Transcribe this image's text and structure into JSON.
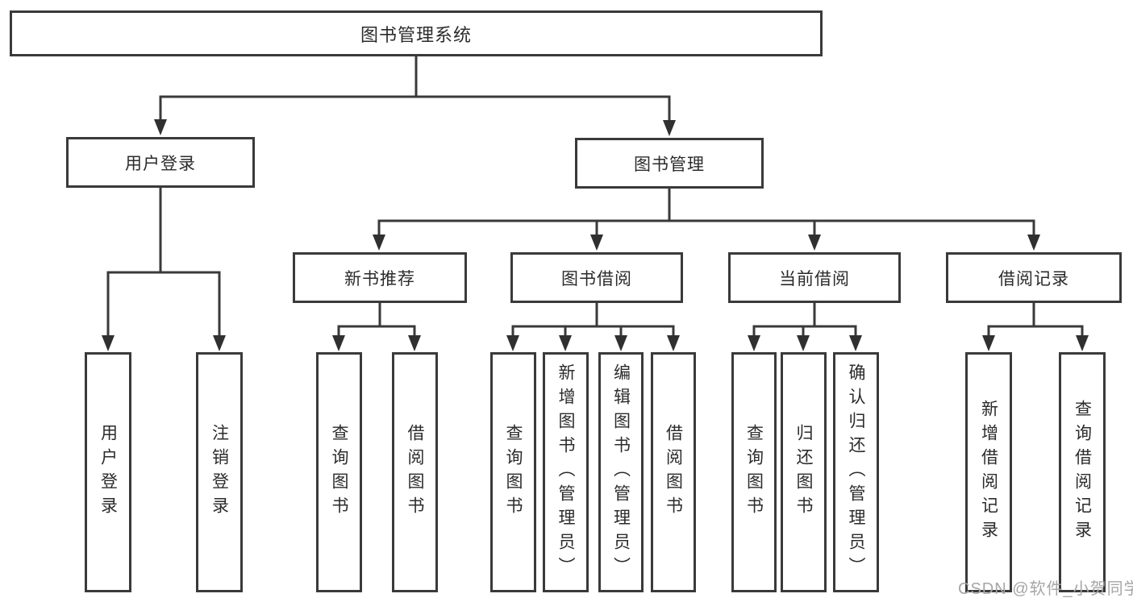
{
  "tree": {
    "root": {
      "label": "图书管理系统"
    },
    "branches": [
      {
        "label": "用户登录",
        "children": [
          {
            "label": "用户登录"
          },
          {
            "label": "注销登录"
          }
        ]
      },
      {
        "label": "图书管理",
        "children": [
          {
            "label": "新书推荐",
            "children": [
              {
                "label": "查询图书"
              },
              {
                "label": "借阅图书"
              }
            ]
          },
          {
            "label": "图书借阅",
            "children": [
              {
                "label": "查询图书"
              },
              {
                "label": "新增图书（管理员）"
              },
              {
                "label": "编辑图书（管理员）"
              },
              {
                "label": "借阅图书"
              }
            ]
          },
          {
            "label": "当前借阅",
            "children": [
              {
                "label": "查询图书"
              },
              {
                "label": "归还图书"
              },
              {
                "label": "确认归还（管理员）"
              }
            ]
          },
          {
            "label": "借阅记录",
            "children": [
              {
                "label": "新增借阅记录"
              },
              {
                "label": "查询借阅记录"
              }
            ]
          }
        ]
      }
    ]
  },
  "watermark": {
    "text": "CSDN @软件_小贺同学"
  },
  "colors": {
    "line": "#3a3a3a",
    "arrow": "#303030",
    "text": "#2b2b2b",
    "watermark": "#a6a6a6",
    "background": "#ffffff"
  }
}
